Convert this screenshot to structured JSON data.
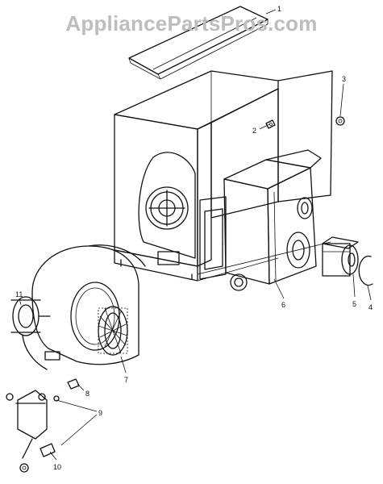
{
  "watermark": "AppliancePartsPros.com",
  "callouts": [
    {
      "id": "1",
      "text": "1"
    },
    {
      "id": "2",
      "text": "2"
    },
    {
      "id": "3",
      "text": "3"
    },
    {
      "id": "4",
      "text": "4"
    },
    {
      "id": "5",
      "text": "5"
    },
    {
      "id": "6",
      "text": "6"
    },
    {
      "id": "7",
      "text": "7"
    },
    {
      "id": "8",
      "text": "8"
    },
    {
      "id": "9",
      "text": "9"
    },
    {
      "id": "10",
      "text": "10"
    },
    {
      "id": "11",
      "text": "11"
    }
  ]
}
